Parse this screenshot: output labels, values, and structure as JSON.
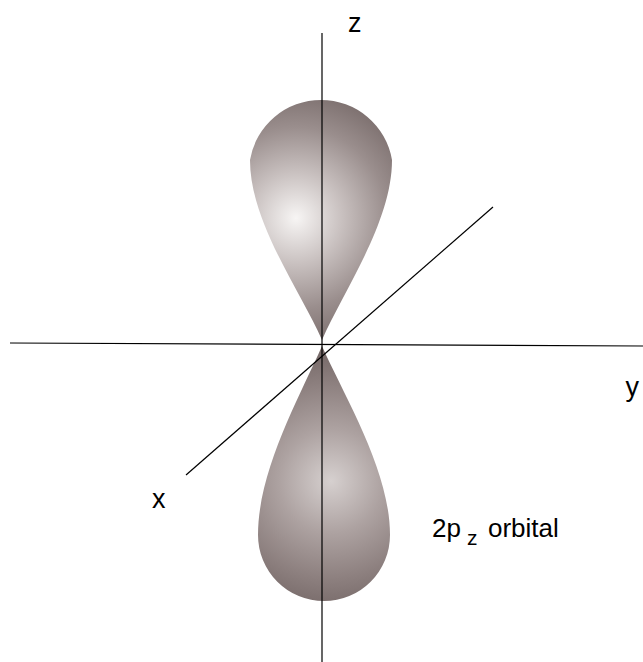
{
  "diagram": {
    "labels": [
      "z",
      "y",
      "x",
      "2p",
      "z",
      "orbital"
    ]
  }
}
